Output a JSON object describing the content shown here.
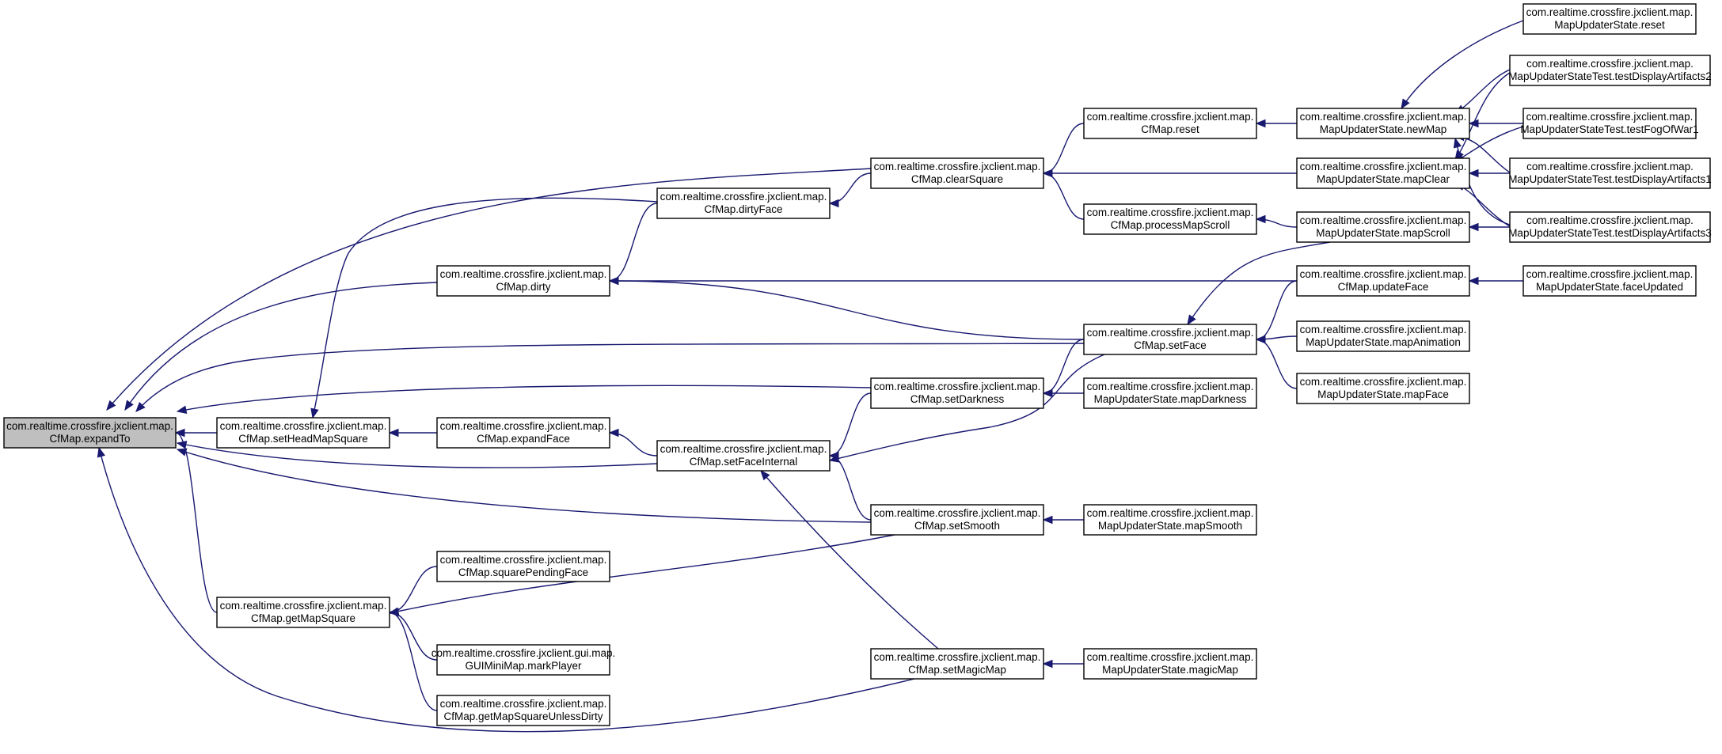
{
  "nodes": [
    {
      "id": "expandTo",
      "line1": "com.realtime.crossfire.jxclient.map.",
      "line2": "CfMap.expandTo",
      "root": true
    },
    {
      "id": "clearSquare",
      "line1": "com.realtime.crossfire.jxclient.map.",
      "line2": "CfMap.clearSquare"
    },
    {
      "id": "dirtyFace",
      "line1": "com.realtime.crossfire.jxclient.map.",
      "line2": "CfMap.dirtyFace"
    },
    {
      "id": "dirty",
      "line1": "com.realtime.crossfire.jxclient.map.",
      "line2": "CfMap.dirty"
    },
    {
      "id": "setFace",
      "line1": "com.realtime.crossfire.jxclient.map.",
      "line2": "CfMap.setFace"
    },
    {
      "id": "setDarkness",
      "line1": "com.realtime.crossfire.jxclient.map.",
      "line2": "CfMap.setDarkness"
    },
    {
      "id": "setHeadMapSquare",
      "line1": "com.realtime.crossfire.jxclient.map.",
      "line2": "CfMap.setHeadMapSquare"
    },
    {
      "id": "expandFace",
      "line1": "com.realtime.crossfire.jxclient.map.",
      "line2": "CfMap.expandFace"
    },
    {
      "id": "setFaceInternal",
      "line1": "com.realtime.crossfire.jxclient.map.",
      "line2": "CfMap.setFaceInternal"
    },
    {
      "id": "setSmooth",
      "line1": "com.realtime.crossfire.jxclient.map.",
      "line2": "CfMap.setSmooth"
    },
    {
      "id": "squarePendingFace",
      "line1": "com.realtime.crossfire.jxclient.map.",
      "line2": "CfMap.squarePendingFace"
    },
    {
      "id": "getMapSquare",
      "line1": "com.realtime.crossfire.jxclient.map.",
      "line2": "CfMap.getMapSquare"
    },
    {
      "id": "markPlayer",
      "line1": "com.realtime.crossfire.jxclient.gui.map.",
      "line2": "GUIMiniMap.markPlayer"
    },
    {
      "id": "getMapSquareUnlessDirty",
      "line1": "com.realtime.crossfire.jxclient.map.",
      "line2": "CfMap.getMapSquareUnlessDirty"
    },
    {
      "id": "setMagicMap",
      "line1": "com.realtime.crossfire.jxclient.map.",
      "line2": "CfMap.setMagicMap"
    },
    {
      "id": "reset",
      "line1": "com.realtime.crossfire.jxclient.map.",
      "line2": "CfMap.reset"
    },
    {
      "id": "processMapScroll",
      "line1": "com.realtime.crossfire.jxclient.map.",
      "line2": "CfMap.processMapScroll"
    },
    {
      "id": "mapDarkness",
      "line1": "com.realtime.crossfire.jxclient.map.",
      "line2": "MapUpdaterState.mapDarkness"
    },
    {
      "id": "mapSmooth",
      "line1": "com.realtime.crossfire.jxclient.map.",
      "line2": "MapUpdaterState.mapSmooth"
    },
    {
      "id": "magicMap",
      "line1": "com.realtime.crossfire.jxclient.map.",
      "line2": "MapUpdaterState.magicMap"
    },
    {
      "id": "newMap",
      "line1": "com.realtime.crossfire.jxclient.map.",
      "line2": "MapUpdaterState.newMap"
    },
    {
      "id": "mapClear",
      "line1": "com.realtime.crossfire.jxclient.map.",
      "line2": "MapUpdaterState.mapClear"
    },
    {
      "id": "mapScroll",
      "line1": "com.realtime.crossfire.jxclient.map.",
      "line2": "MapUpdaterState.mapScroll"
    },
    {
      "id": "updateFace",
      "line1": "com.realtime.crossfire.jxclient.map.",
      "line2": "CfMap.updateFace"
    },
    {
      "id": "mapAnimation",
      "line1": "com.realtime.crossfire.jxclient.map.",
      "line2": "MapUpdaterState.mapAnimation"
    },
    {
      "id": "mapFace",
      "line1": "com.realtime.crossfire.jxclient.map.",
      "line2": "MapUpdaterState.mapFace"
    },
    {
      "id": "stateReset",
      "line1": "com.realtime.crossfire.jxclient.map.",
      "line2": "MapUpdaterState.reset"
    },
    {
      "id": "testDA2",
      "line1": "com.realtime.crossfire.jxclient.map.",
      "line2": "MapUpdaterStateTest.testDisplayArtifacts2"
    },
    {
      "id": "testFog",
      "line1": "com.realtime.crossfire.jxclient.map.",
      "line2": "MapUpdaterStateTest.testFogOfWar1"
    },
    {
      "id": "testDA1",
      "line1": "com.realtime.crossfire.jxclient.map.",
      "line2": "MapUpdaterStateTest.testDisplayArtifacts1"
    },
    {
      "id": "testDA3",
      "line1": "com.realtime.crossfire.jxclient.map.",
      "line2": "MapUpdaterStateTest.testDisplayArtifacts3"
    },
    {
      "id": "faceUpdated",
      "line1": "com.realtime.crossfire.jxclient.map.",
      "line2": "MapUpdaterState.faceUpdated"
    }
  ],
  "edges": [
    {
      "from": "clearSquare",
      "to": "expandTo"
    },
    {
      "from": "dirty",
      "to": "expandTo"
    },
    {
      "from": "setFace",
      "to": "expandTo"
    },
    {
      "from": "setDarkness",
      "to": "expandTo"
    },
    {
      "from": "setHeadMapSquare",
      "to": "expandTo"
    },
    {
      "from": "setFaceInternal",
      "to": "expandTo"
    },
    {
      "from": "setSmooth",
      "to": "expandTo"
    },
    {
      "from": "getMapSquare",
      "to": "expandTo"
    },
    {
      "from": "setMagicMap",
      "to": "expandTo"
    },
    {
      "from": "dirtyFace",
      "to": "setHeadMapSquare"
    },
    {
      "from": "expandFace",
      "to": "setHeadMapSquare"
    },
    {
      "from": "setFaceInternal",
      "to": "expandFace"
    },
    {
      "from": "dirtyFace",
      "to": "dirty"
    },
    {
      "from": "setFace",
      "to": "dirty"
    },
    {
      "from": "updateFace",
      "to": "dirty"
    },
    {
      "from": "clearSquare",
      "to": "dirtyFace"
    },
    {
      "from": "reset",
      "to": "clearSquare"
    },
    {
      "from": "mapClear",
      "to": "clearSquare"
    },
    {
      "from": "processMapScroll",
      "to": "clearSquare"
    },
    {
      "from": "setDarkness",
      "to": "setFaceInternal"
    },
    {
      "from": "setFace",
      "to": "setFaceInternal"
    },
    {
      "from": "setSmooth",
      "to": "setFaceInternal"
    },
    {
      "from": "setMagicMap",
      "to": "setFaceInternal"
    },
    {
      "from": "setFace",
      "to": "setDarkness"
    },
    {
      "from": "mapDarkness",
      "to": "setDarkness"
    },
    {
      "from": "mapSmooth",
      "to": "setSmooth"
    },
    {
      "from": "magicMap",
      "to": "setMagicMap"
    },
    {
      "from": "squarePendingFace",
      "to": "getMapSquare"
    },
    {
      "from": "setSmooth",
      "to": "getMapSquare"
    },
    {
      "from": "markPlayer",
      "to": "getMapSquare"
    },
    {
      "from": "getMapSquareUnlessDirty",
      "to": "getMapSquare"
    },
    {
      "from": "newMap",
      "to": "reset"
    },
    {
      "from": "mapScroll",
      "to": "processMapScroll"
    },
    {
      "from": "mapScroll",
      "to": "setFace"
    },
    {
      "from": "updateFace",
      "to": "setFace"
    },
    {
      "from": "mapAnimation",
      "to": "setFace"
    },
    {
      "from": "mapFace",
      "to": "setFace"
    },
    {
      "from": "stateReset",
      "to": "newMap"
    },
    {
      "from": "testDA2",
      "to": "newMap"
    },
    {
      "from": "testFog",
      "to": "newMap"
    },
    {
      "from": "testDA1",
      "to": "newMap"
    },
    {
      "from": "testDA3",
      "to": "newMap"
    },
    {
      "from": "testDA2",
      "to": "mapClear"
    },
    {
      "from": "testFog",
      "to": "mapClear"
    },
    {
      "from": "testDA1",
      "to": "mapClear"
    },
    {
      "from": "testDA3",
      "to": "mapClear"
    },
    {
      "from": "testDA3",
      "to": "mapScroll"
    },
    {
      "from": "faceUpdated",
      "to": "updateFace"
    }
  ]
}
